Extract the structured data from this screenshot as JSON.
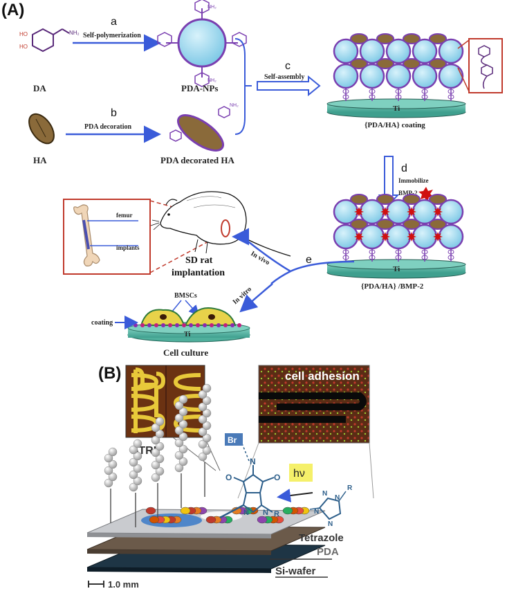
{
  "panel_a": {
    "label": "(A)",
    "step_a": "a",
    "step_b": "b",
    "step_c": "c",
    "step_d": "d",
    "step_e": "e",
    "self_polymerization": "Self-polymerization",
    "pda_decoration": "PDA decoration",
    "self_assembly": "Self-assembly",
    "immobilize": "Immobilize",
    "bmp2": "BMP-2",
    "da": "DA",
    "ha": "HA",
    "pda_nps": "PDA-NPs",
    "pda_decorated_ha": "PDA decorated HA",
    "coating_label": "{PDA/HA} coating",
    "coating_bmp_label": "{PDA/HA} /BMP-2",
    "ti": "Ti",
    "femur": "femur",
    "implants": "implants",
    "sd_rat": "SD rat",
    "implantation": "implantation",
    "in_vivo": "In vivo",
    "in_vitro": "In vitro",
    "bmscs": "BMSCs",
    "coating": "coating",
    "cell_culture": "Cell culture",
    "ho": "HO",
    "nh2": "NH₂"
  },
  "panel_b": {
    "label": "(B)",
    "cell_adhesion": "cell adhesion",
    "atrp": "ATRP",
    "br": "Br",
    "hv": "hν",
    "tetrazole": "Tetrazole",
    "pda": "PDA",
    "si_wafer": "Si-wafer",
    "scale": "1.0 mm",
    "n": "N",
    "o": "O",
    "r": "R"
  },
  "colors": {
    "arrow_blue": "#3a5bd9",
    "teal_plate": "#5fb8a8",
    "sphere_blue": "#9fd8ee",
    "purple": "#7a3fb0",
    "red_box": "#c0392b",
    "cell_yellow": "#e8d24a",
    "hv_yellow": "#f5f06a"
  }
}
